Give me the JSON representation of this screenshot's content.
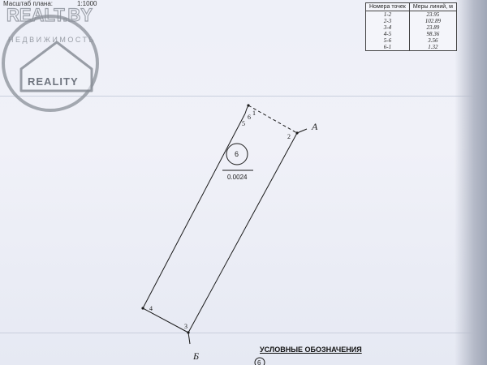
{
  "header": {
    "scale_label": "Масштаб плана:",
    "scale_value": "1:1000"
  },
  "watermark": {
    "brand_text": "REALT.BY",
    "tagline_text": "НЕДВИЖИМОСТЬ",
    "house_text": "REALITY"
  },
  "measures_table": {
    "headers": [
      "Номера точек",
      "Меры линий, м"
    ],
    "rows": [
      [
        "1-2",
        "23.95"
      ],
      [
        "2-3",
        "102.89"
      ],
      [
        "3-4",
        "23.89"
      ],
      [
        "4-5",
        "98.36"
      ],
      [
        "5-6",
        "3.56"
      ],
      [
        "6-1",
        "1.32"
      ]
    ]
  },
  "plan": {
    "parcel_number": "6",
    "area": "0.0024",
    "points": [
      "1",
      "2",
      "3",
      "4",
      "5",
      "6"
    ],
    "direction_a": "А",
    "direction_b": "Б"
  },
  "legend": {
    "title": "УСЛОВНЫЕ ОБОЗНАЧЕНИЯ",
    "marker": "6"
  },
  "colors": {
    "line": "#1a1a1a",
    "watermark": "#8a8f98"
  }
}
